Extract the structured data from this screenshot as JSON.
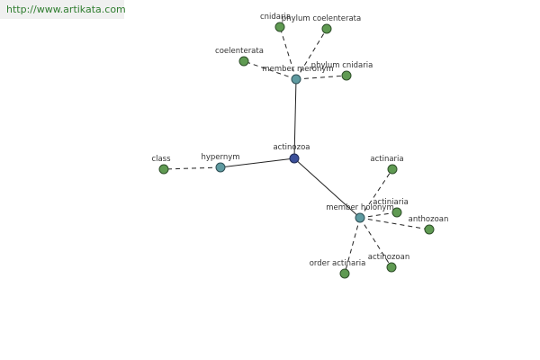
{
  "watermark": {
    "text": "http://www.artikata.com"
  },
  "colors": {
    "center": "#3b4f99",
    "relation": "#5e9aa0",
    "leaf": "#5f9a52",
    "edge": "#222222",
    "label": "#333333"
  },
  "graph": {
    "center": {
      "id": "actinozoa",
      "label": "actinozoa"
    },
    "relations": [
      {
        "id": "member-meronym",
        "label": "member meronym"
      },
      {
        "id": "hypernym",
        "label": "hypernym"
      },
      {
        "id": "member-holonym",
        "label": "member holonym"
      }
    ],
    "leaves": [
      {
        "id": "cnidaria",
        "label": "cnidaria",
        "relation": "member-meronym"
      },
      {
        "id": "phylum-coelenterata",
        "label": "phylum coelenterata",
        "relation": "member-meronym"
      },
      {
        "id": "coelenterata",
        "label": "coelenterata",
        "relation": "member-meronym"
      },
      {
        "id": "phylum-cnidaria",
        "label": "phylum cnidaria",
        "relation": "member-meronym"
      },
      {
        "id": "class",
        "label": "class",
        "relation": "hypernym"
      },
      {
        "id": "actinaria",
        "label": "actinaria",
        "relation": "member-holonym"
      },
      {
        "id": "actiniaria",
        "label": "actiniaria",
        "relation": "member-holonym"
      },
      {
        "id": "anthozoan",
        "label": "anthozoan",
        "relation": "member-holonym"
      },
      {
        "id": "actinozoan",
        "label": "actinozoan",
        "relation": "member-holonym"
      },
      {
        "id": "order-actinaria",
        "label": "order actinaria",
        "relation": "member-holonym"
      }
    ]
  }
}
